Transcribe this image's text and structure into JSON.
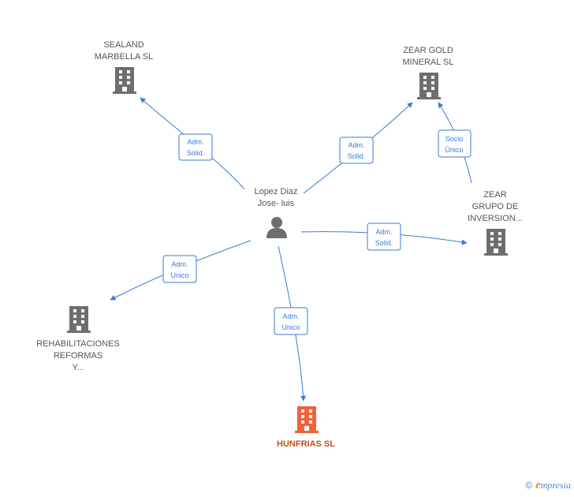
{
  "center": {
    "line1": "Lopez Diaz",
    "line2": "Jose- luis"
  },
  "nodes": {
    "sealand": {
      "line1": "SEALAND",
      "line2": "MARBELLA  SL"
    },
    "zear_gold": {
      "line1": "ZEAR GOLD",
      "line2": "MINERAL SL"
    },
    "zear_grupo": {
      "line1": "ZEAR",
      "line2": "GRUPO DE",
      "line3": "INVERSION..."
    },
    "rehab": {
      "line1": "REHABILITACIONES",
      "line2": "REFORMAS",
      "line3": "Y..."
    },
    "hunfrias": {
      "line1": "HUNFRIAS SL"
    }
  },
  "edges": {
    "sealand": {
      "line1": "Adm.",
      "line2": "Solid."
    },
    "zear_gold": {
      "line1": "Adm.",
      "line2": "Solid."
    },
    "zear_grupo": {
      "line1": "Adm.",
      "line2": "Solid."
    },
    "socio": {
      "line1": "Socio",
      "line2": "Único"
    },
    "rehab": {
      "line1": "Adm.",
      "line2": "Unico"
    },
    "hunfrias": {
      "line1": "Adm.",
      "line2": "Unico"
    }
  },
  "colors": {
    "building": "#6e6e6e",
    "focus_building": "#f0623a",
    "edge": "#3a7bd5",
    "person": "#6e6e6e"
  },
  "icons": {
    "company": "building-icon",
    "person": "person-icon"
  },
  "footer": {
    "copyright": "©",
    "brand_initial": "e",
    "brand_rest": "mpresia"
  }
}
